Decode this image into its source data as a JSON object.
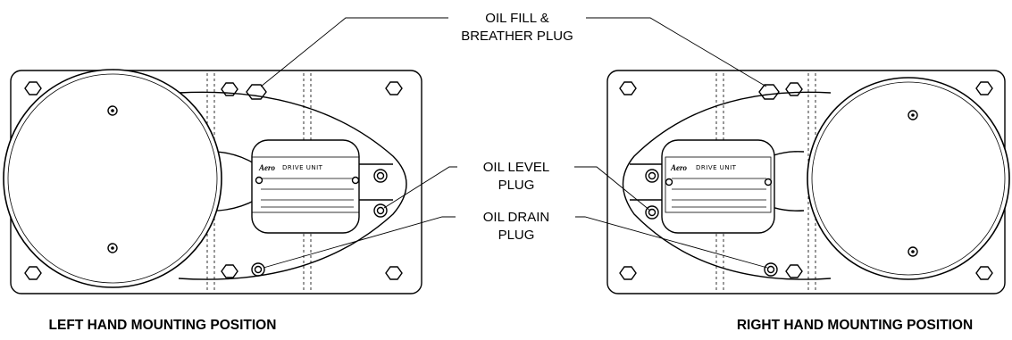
{
  "labels": {
    "oil_fill_line1": "OIL FILL &",
    "oil_fill_line2": "BREATHER PLUG",
    "oil_level_line1": "OIL LEVEL",
    "oil_level_line2": "PLUG",
    "oil_drain_line1": "OIL DRAIN",
    "oil_drain_line2": "PLUG"
  },
  "captions": {
    "left": "LEFT HAND MOUNTING POSITION",
    "right": "RIGHT HAND MOUNTING POSITION"
  },
  "nameplate": {
    "title": "DRIVE UNIT",
    "logo": "Aero"
  }
}
